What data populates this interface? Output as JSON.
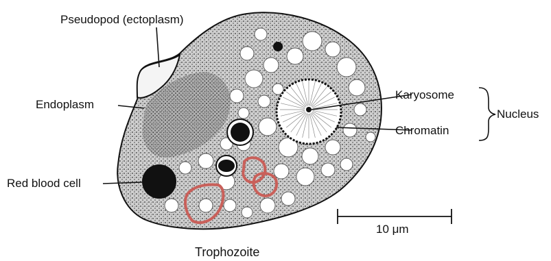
{
  "labels": {
    "pseudopod": "Pseudopod (ectoplasm)",
    "endoplasm": "Endoplasm",
    "red_blood_cell": "Red blood cell",
    "karyosome": "Karyosome",
    "chromatin": "Chromatin",
    "nucleus": "Nucleus",
    "scale": "10 μm",
    "caption": "Trophozoite"
  },
  "colors": {
    "ink": "#111111",
    "cytoplasm": "#d9d9d9",
    "vacuole": "#ffffff",
    "annotation": "#c9605a"
  }
}
